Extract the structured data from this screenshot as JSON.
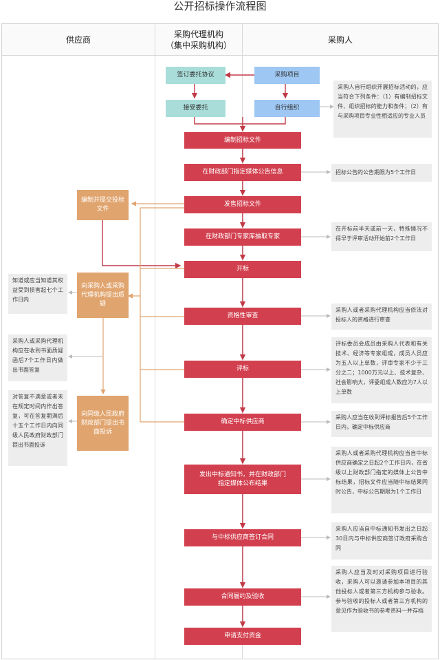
{
  "title": "公开招标操作流程图",
  "columns": {
    "supplier": "供应商",
    "agency_line1": "采购代理机构",
    "agency_line2": "（集中采购机构）",
    "purchaser": "采购人"
  },
  "nodes": {
    "sign_agreement": "签订委托协议",
    "purchase_project": "采购项目",
    "accept_entrust": "接受委托",
    "self_organize": "自行组织",
    "prepare_docs": "编制招标文件",
    "publish_notice": "在财政部门指定媒体公告信息",
    "sell_docs": "发售招标文件",
    "draw_experts": "在财政部门专家库抽取专家",
    "open_bids": "开标",
    "qualification_review": "资格性审查",
    "evaluate_bids": "评标",
    "determine_winner": "确定中标供应商",
    "issue_notice": "发出中标通知书，并在财政部门指定媒体公布结果",
    "sign_contract": "与中标供应商签订合同",
    "fulfil_accept": "合同履约及验收",
    "apply_payment": "申请支付资金"
  },
  "supplier_nodes": {
    "prepare_submit": "编制并提交投标文件",
    "raise_query": "向采购人或采购代理机构提出质疑",
    "file_complaint": "向同级人民政府财政部门提出书面投诉"
  },
  "notes": {
    "self_org_conditions": "采购人自行组织开展招标活动的，应当符合下列条件：（1）有编制招标文件、组织招标的能力和条件；（2）有与采购项目专业性相适应的专业人员",
    "notice_period": "招标公告的公告期限为5个工作日",
    "expert_draw_time": "在开标前半天或前一天，特殊情况不得早于评审活动开始前2个工作日",
    "qualification_note": "采购人或者采购代理机构应当依法对投标人的资格进行审查",
    "committee_note": "评标委员会成员由采购人代表和有关技术、经济等专家组成，成员人员应为五人以上单数，评审专家不少于三分之二；1000万元以上、技术复杂、社会影响大，评委组成人数应为7人以上单数",
    "winner_note": "采购人应当在收到评标报告后5个工作日内，确定中标供应商",
    "result_notice_note": "采购人或者采购代理机构应当自中标供应商确定之日起2个工作日内，在省级以上财政部门指定的媒体上公告中标结果，招标文件应当随中标结果同时公告，中标公告期限为1个工作日",
    "contract_note": "采购人应当自中标通知书发出之日起30日内与中标供应商签订政府采购合同",
    "acceptance_note": "采购人应当及时对采购项目进行验收，采购人可以邀请参加本项目的其他投标人或者第三方机构参与验收。参与验收的投标人或者第三方机构的意见作为验收书的参考资料一并存档",
    "query_deadline": "知道或应当知道其权益受到损害起七个工作日内",
    "reply_deadline": "采购人或采购代理机构应在收到书面质疑函后7个工作日内做出书面答复",
    "complaint_deadline": "对答复不满意或者未在规定时间内作出答复，可在答复期满后十五个工作日内向同级人民政府财政部门提出书面投诉"
  },
  "colors": {
    "process_red": "#d2404f",
    "agency_teal": "#a9ddd9",
    "purchaser_blue": "#9ec7f3",
    "supplier_orange": "#e0a46e",
    "note_gray": "#ededed"
  }
}
